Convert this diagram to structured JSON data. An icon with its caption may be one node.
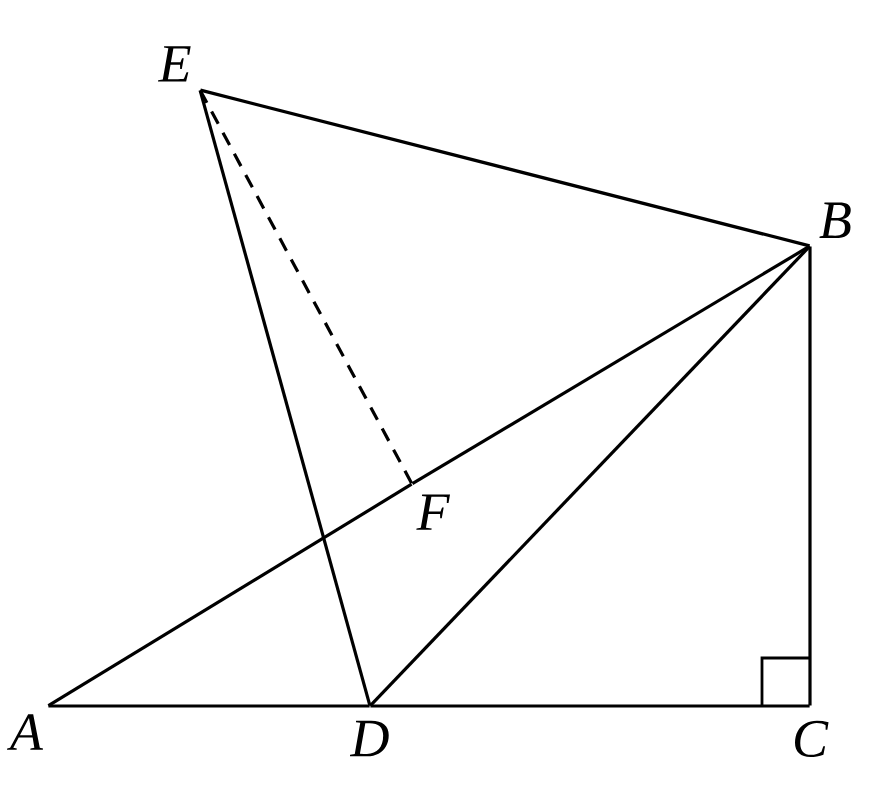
{
  "diagram": {
    "nodes": [
      {
        "text": [
          "E"
        ]
      },
      {
        "text": [
          "B"
        ]
      },
      {
        "text": [
          "F"
        ]
      },
      {
        "text": [
          "A"
        ]
      },
      {
        "text": [
          "D"
        ]
      },
      {
        "text": [
          "C"
        ]
      }
    ],
    "edges": [
      {
        "from": 0,
        "to": 1,
        "arrow": "none"
      },
      {
        "from": 0,
        "to": 4,
        "arrow": "none"
      },
      {
        "from": 0,
        "to": 2,
        "arrow": "none",
        "style": "dashed"
      },
      {
        "from": 1,
        "to": 5,
        "arrow": "none"
      },
      {
        "from": 1,
        "to": 4,
        "arrow": "none"
      },
      {
        "from": 3,
        "to": 2,
        "arrow": "none"
      },
      {
        "from": 2,
        "to": 1,
        "arrow": "none"
      },
      {
        "from": 3,
        "to": 4,
        "arrow": "none"
      },
      {
        "from": 4,
        "to": 5,
        "arrow": "none"
      }
    ]
  }
}
